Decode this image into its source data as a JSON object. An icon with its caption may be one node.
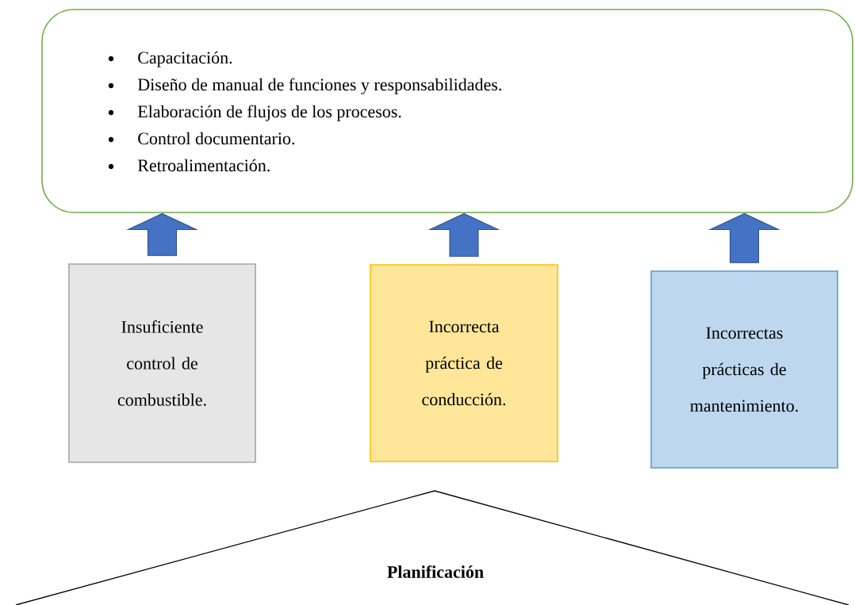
{
  "diagram": {
    "nodes": [
      {
        "text": [
          "Capacitación.",
          "Diseño de manual de funciones y responsabilidades.",
          "Elaboración de flujos de los procesos.",
          "Control documentario.",
          "Retroalimentación."
        ]
      },
      {
        "text": [
          "Insuficiente control de combustible."
        ]
      },
      {
        "text": [
          "Incorrecta práctica de conducción."
        ]
      },
      {
        "text": [
          "Incorrectas prácticas de mantenimiento."
        ]
      },
      {
        "text": [
          "Planificación"
        ]
      }
    ],
    "edges": [
      {
        "from": 1,
        "to": 0,
        "arrow": "to"
      },
      {
        "from": 2,
        "to": 0,
        "arrow": "to"
      },
      {
        "from": 3,
        "to": 0,
        "arrow": "to"
      }
    ]
  }
}
